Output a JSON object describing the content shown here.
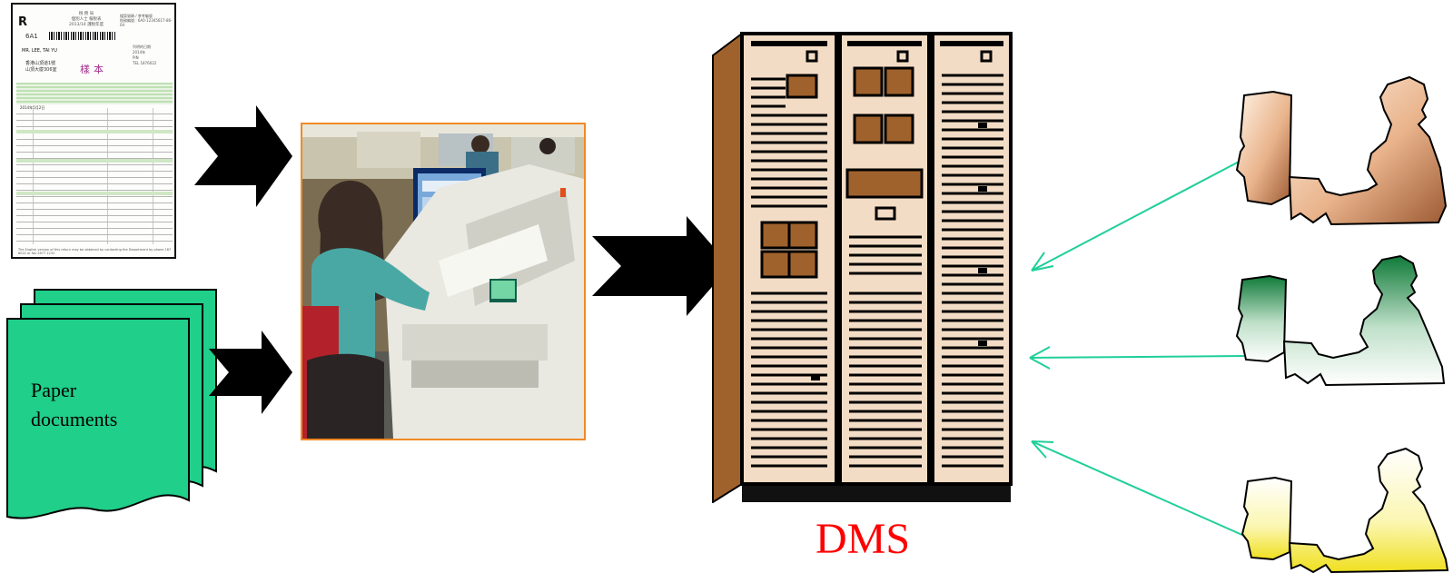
{
  "paper_documents": {
    "line1": "Paper",
    "line2": "documents"
  },
  "dms_label": "DMS",
  "tax_form": {
    "logo": "R",
    "code": "6A1",
    "header_lines": [
      "稅 務 局",
      "個別人士 報稅表",
      "2013/14 課稅年度"
    ],
    "header_right": [
      "檔案號碼 / 參考編號",
      "稅務編號 : 6A0-12345617-86-04"
    ],
    "taxpayer_name": "MR. LEE, TAI YU",
    "address_lines": [
      "香港山頂道1號",
      "山頂大廈306室"
    ],
    "stamp": "樣本",
    "side_lines": [
      "列明的日期",
      "2014年",
      "PIN",
      "TEL 1876022"
    ],
    "form_date": "2014年5月2日",
    "footer": "The English version of this return may be obtained by contacting the Department by phone 187 8022 or fax 2877 1232"
  },
  "colors": {
    "paper_green": "#1fcf8a",
    "arrow": "#000000",
    "connector": "#1fcf9a",
    "dms_red": "#ff0000",
    "photo_border": "#f08a24",
    "cabinet_face": "#f3dcc5",
    "cabinet_side": "#a0622c",
    "user_tan": "#c98c63",
    "user_green": "#2e9a52",
    "user_yellow": "#f2ea4a"
  },
  "icons": [
    "form-document-icon",
    "paper-stack-icon",
    "arrow-right-icon",
    "scanner-photo",
    "server-cabinet-icon",
    "computer-user-icon"
  ]
}
